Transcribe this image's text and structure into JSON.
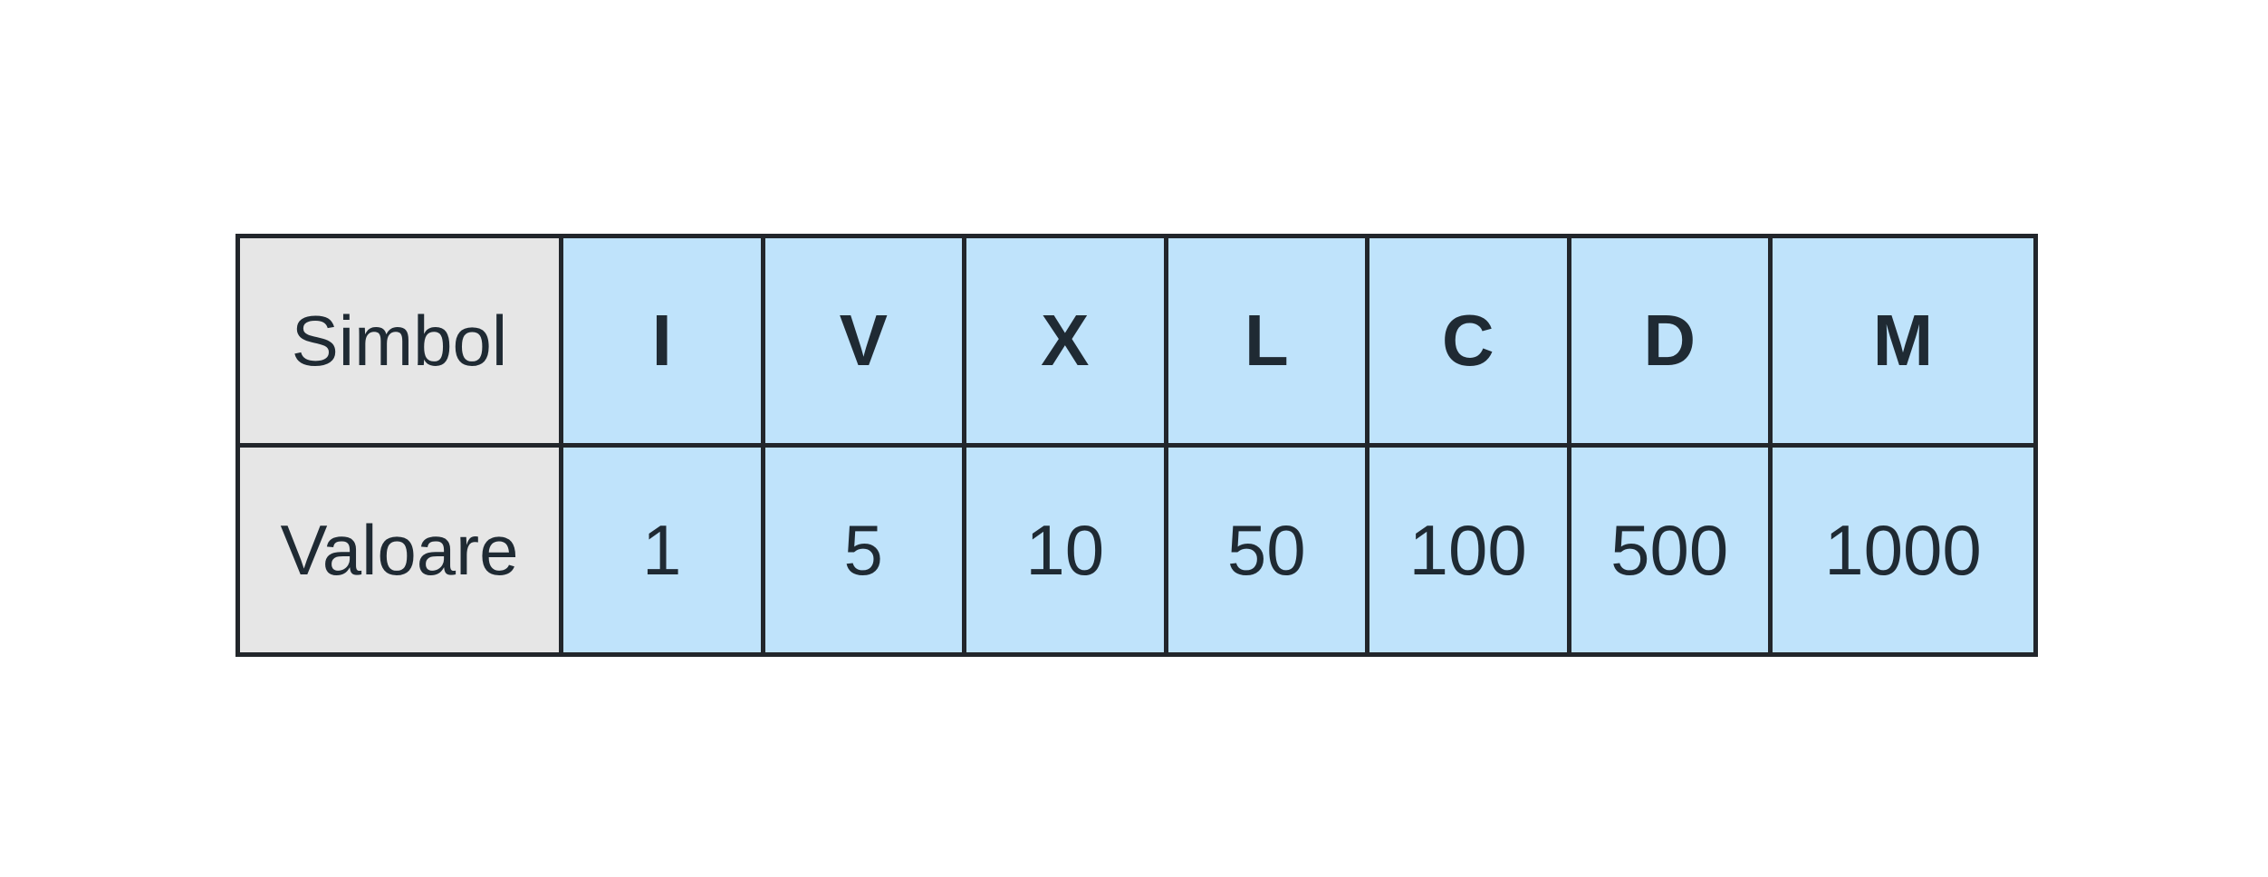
{
  "table": {
    "row_labels": {
      "symbol": "Simbol",
      "value": "Valoare"
    },
    "columns": [
      {
        "symbol": "I",
        "value": "1"
      },
      {
        "symbol": "V",
        "value": "5"
      },
      {
        "symbol": "X",
        "value": "10"
      },
      {
        "symbol": "L",
        "value": "50"
      },
      {
        "symbol": "C",
        "value": "100"
      },
      {
        "symbol": "D",
        "value": "500"
      },
      {
        "symbol": "M",
        "value": "1000"
      }
    ],
    "colors": {
      "header_bg": "#e6e6e6",
      "cell_bg": "#bfe3fb",
      "border": "#22262b",
      "text": "#1f2a33"
    }
  }
}
